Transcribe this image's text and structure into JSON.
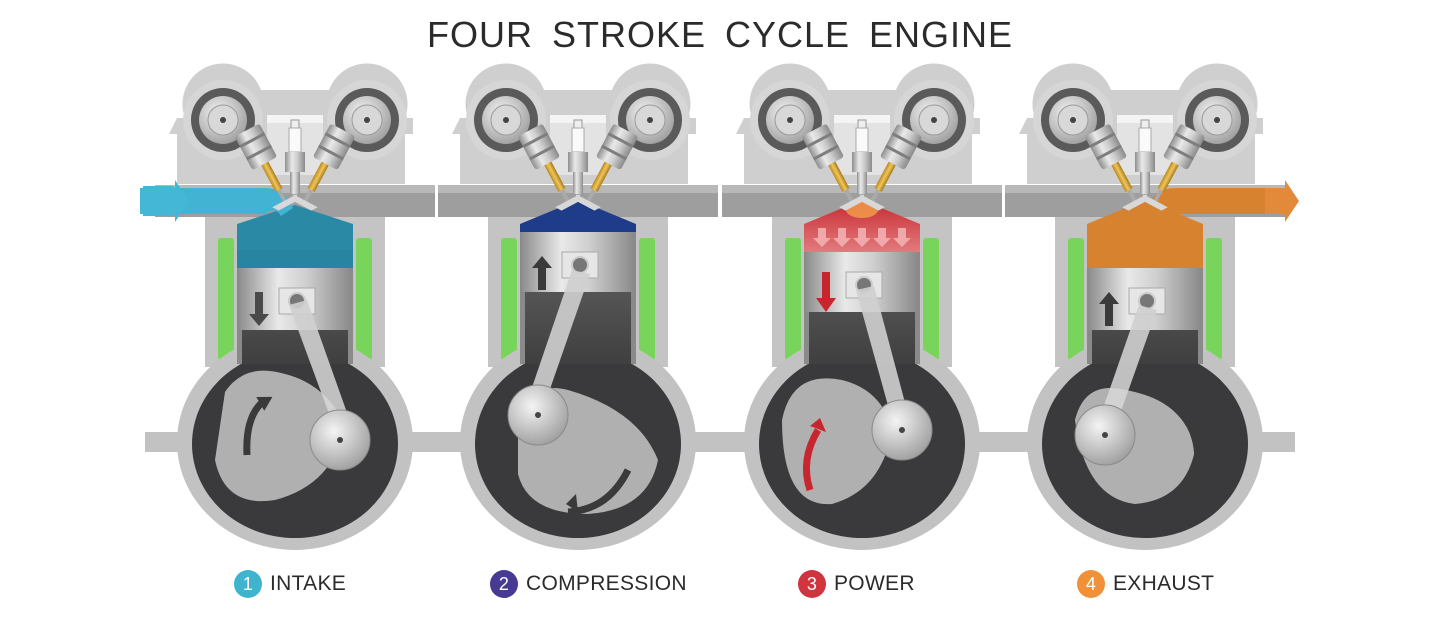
{
  "title": "FOUR STROKE CYCLE ENGINE",
  "strokes": [
    {
      "number": "1",
      "label": "INTAKE",
      "color": "#3fb4cf",
      "gas_color": "#2a8aa6",
      "piston": "down",
      "flow": "in",
      "crank": "ccw-up"
    },
    {
      "number": "2",
      "label": "COMPRESSION",
      "color": "#473a93",
      "gas_color": "#1f3c8a",
      "piston": "up",
      "flow": "none",
      "crank": "ccw-down"
    },
    {
      "number": "3",
      "label": "POWER",
      "color": "#d0353f",
      "gas_color": "#c8262f",
      "piston": "down",
      "flow": "none",
      "crank": "red-up"
    },
    {
      "number": "4",
      "label": "EXHAUST",
      "color": "#f0913a",
      "gas_color": "#d6822f",
      "piston": "up",
      "flow": "out",
      "crank": "cw-down"
    }
  ],
  "colors": {
    "block": "#c9c9c9",
    "block_dark": "#a7a7a7",
    "coolant": "#79d45b",
    "crankcase": "#3a3a3c",
    "intake_arrow": "#45b7d6",
    "exhaust_arrow": "#e28a3a",
    "text": "#2b2b2b"
  }
}
